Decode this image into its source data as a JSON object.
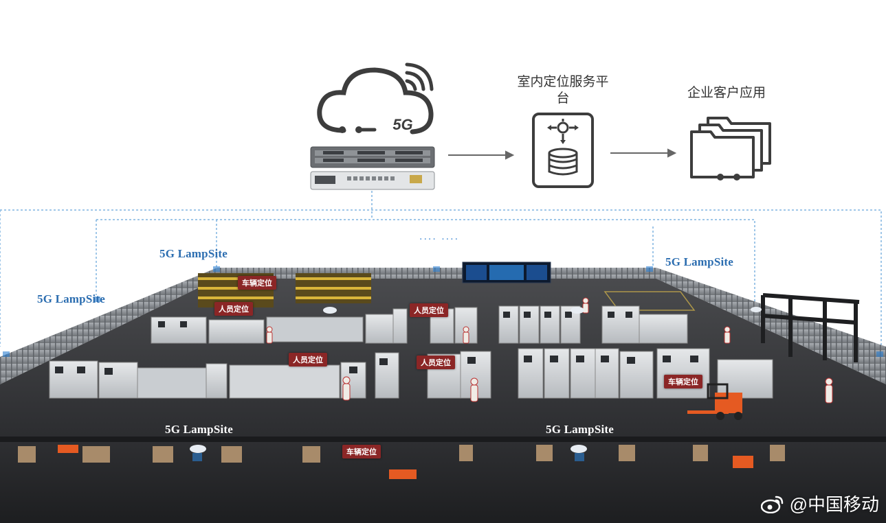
{
  "network": {
    "cloud_label": "5G",
    "platform_title": "室内定位服务平台",
    "enterprise_title": "企业客户应用",
    "continuation": "....  ...."
  },
  "lampsites": [
    {
      "label": "5G LampSite"
    },
    {
      "label": "5G LampSite"
    },
    {
      "label": "5G LampSite"
    },
    {
      "label": "5G LampSite"
    },
    {
      "label": "5G LampSite"
    }
  ],
  "tags": {
    "vehicle": "车辆定位",
    "person": "人员定位"
  },
  "watermark": {
    "icon": "weibo-icon",
    "handle": "@中国移动"
  },
  "colors": {
    "wifi_line": "#4a8fd6",
    "tag_bg": "#8b2626",
    "floor": "#3a3b3d",
    "forklift": "#e55a22"
  }
}
